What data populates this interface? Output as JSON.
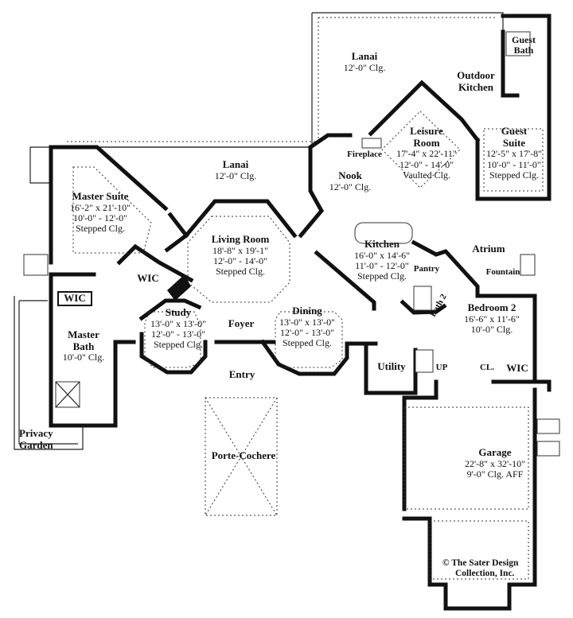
{
  "rooms": {
    "lanai_top": {
      "name": "Lanai",
      "d1": "12'-0\" Clg."
    },
    "lanai_mid": {
      "name": "Lanai",
      "d1": "12'-0\" Clg."
    },
    "guest_bath": {
      "name": "Guest",
      "name2": "Bath"
    },
    "outdoor_kitchen": {
      "name": "Outdoor",
      "name2": "Kitchen"
    },
    "leisure": {
      "name": "Leisure",
      "name2": "Room",
      "d1": "17'-4\" x 22'-11\"",
      "d2": "12'-0\" - 14'-0\"",
      "d3": "Vaulted Clg."
    },
    "fireplace": {
      "name": "Fireplace"
    },
    "guest_suite": {
      "name": "Guest",
      "name2": "Suite",
      "d1": "12'-5\" x 17'-8\"",
      "d2": "10'-0\" - 11'-0\"",
      "d3": "Stepped Clg."
    },
    "nook": {
      "name": "Nook",
      "d1": "12'-0\" Clg."
    },
    "master_suite": {
      "name": "Master Suite",
      "d1": "16'-2\" x 21'-10\"",
      "d2": "10'-0\" - 12'-0\"",
      "d3": "Stepped Clg."
    },
    "living": {
      "name": "Living Room",
      "d1": "18'-8\" x 19'-1\"",
      "d2": "12'-0\" - 14'-0\"",
      "d3": "Stepped Clg."
    },
    "kitchen": {
      "name": "Kitchen",
      "d1": "16'-0\" x 14'-6\"",
      "d2": "11'-0\" - 12'-0\"",
      "d3": "Stepped Clg."
    },
    "atrium": {
      "name": "Atrium"
    },
    "fountain": {
      "name": "Fountain"
    },
    "pantry": {
      "name": "Pantry"
    },
    "wic_master": {
      "name": "WIC"
    },
    "wic_left": {
      "name": "WIC"
    },
    "bath2": {
      "name": "Bath 2"
    },
    "bedroom2": {
      "name": "Bedroom 2",
      "d1": "16'-6\" x 11'-6\"",
      "d2": "10'-0\" Clg."
    },
    "master_bath": {
      "name": "Master",
      "name2": "Bath",
      "d1": "10'-0\" Clg."
    },
    "study": {
      "name": "Study",
      "d1": "13'-0\" x 13'-0\"",
      "d2": "12'-0\" - 13'-0\"",
      "d3": "Stepped Clg."
    },
    "foyer": {
      "name": "Foyer"
    },
    "dining": {
      "name": "Dining",
      "d1": "13'-0\" x 13'-0\"",
      "d2": "12'-0\" - 13'-0\"",
      "d3": "Stepped Clg."
    },
    "utility": {
      "name": "Utility"
    },
    "up": {
      "name": "UP"
    },
    "cl": {
      "name": "CL."
    },
    "wic_bed2": {
      "name": "WIC"
    },
    "entry": {
      "name": "Entry"
    },
    "privacy": {
      "name": "Privacy",
      "name2": "Garden"
    },
    "porte": {
      "name": "Porte-Cochere"
    },
    "garage": {
      "name": "Garage",
      "d1": "22'-8\" x 32'-10\"",
      "d2": "9'-0\" Clg. AFF"
    }
  },
  "copyright": {
    "line1": "© The Sater Design",
    "line2": "Collection, Inc."
  }
}
